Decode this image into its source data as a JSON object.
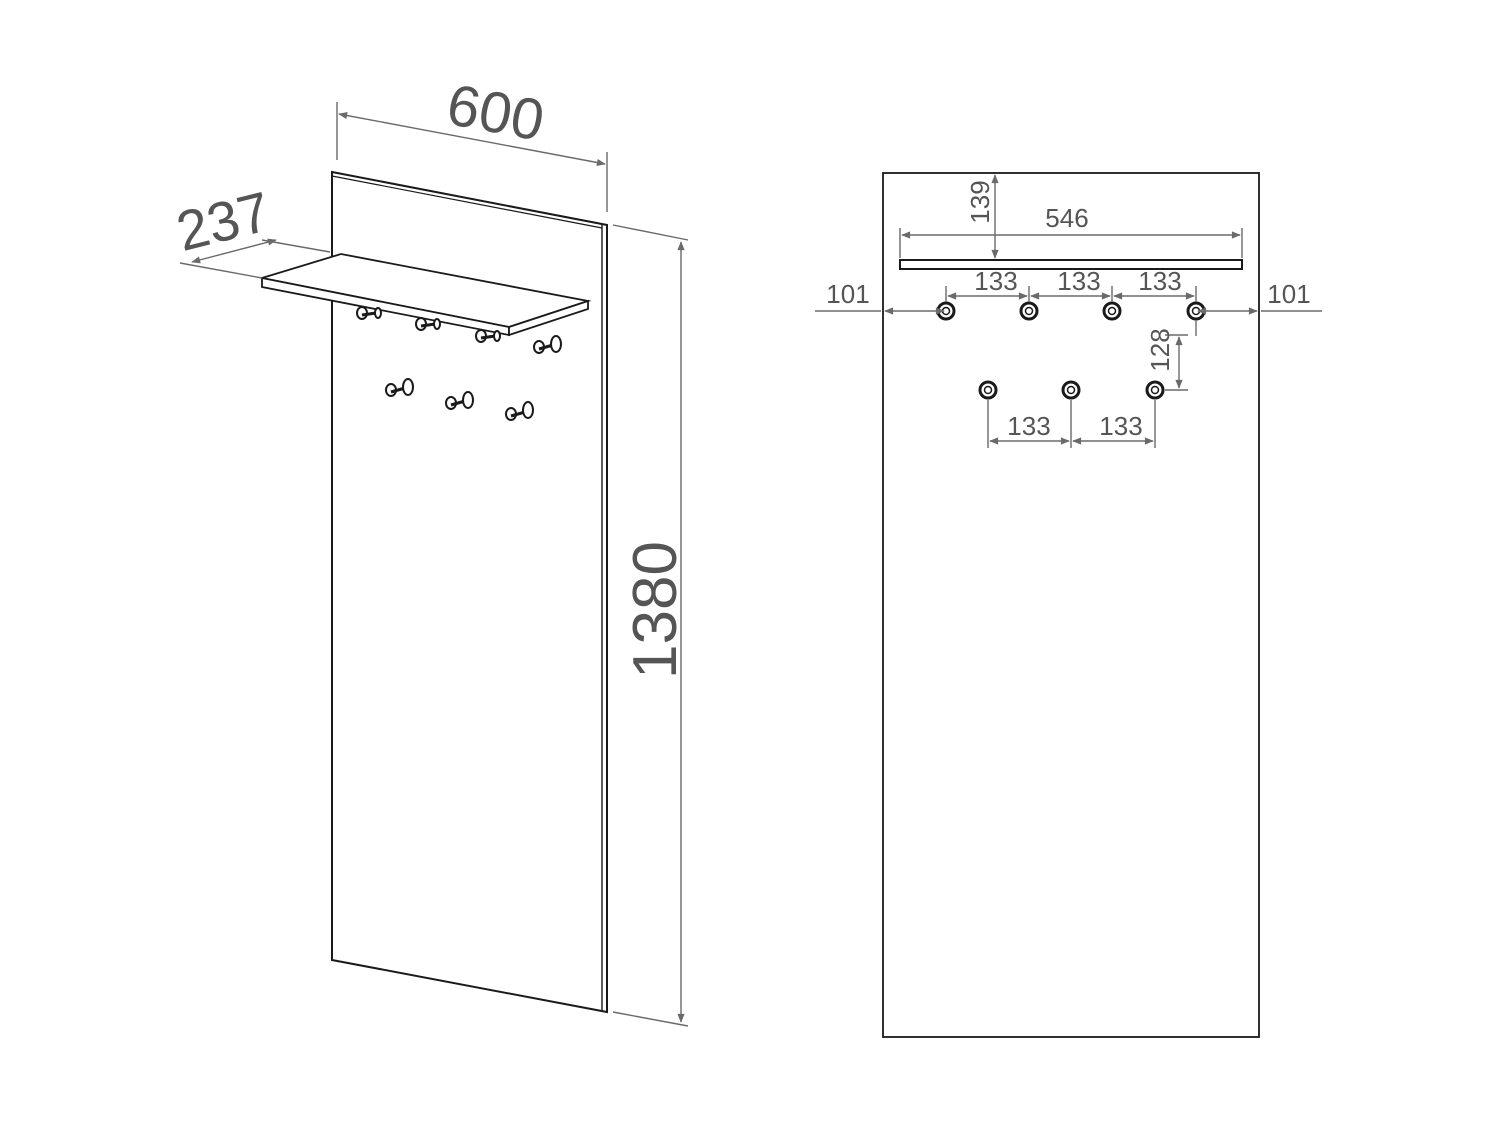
{
  "perspective_view": {
    "width_label": "600",
    "depth_label": "237",
    "height_label": "1380"
  },
  "front_view": {
    "shelf_offset_label": "139",
    "shelf_width_label": "546",
    "top_row_spacing_labels": [
      "133",
      "133",
      "133"
    ],
    "left_margin_label": "101",
    "right_margin_label": "101",
    "row_gap_label": "128",
    "bottom_row_spacing_labels": [
      "133",
      "133"
    ]
  }
}
